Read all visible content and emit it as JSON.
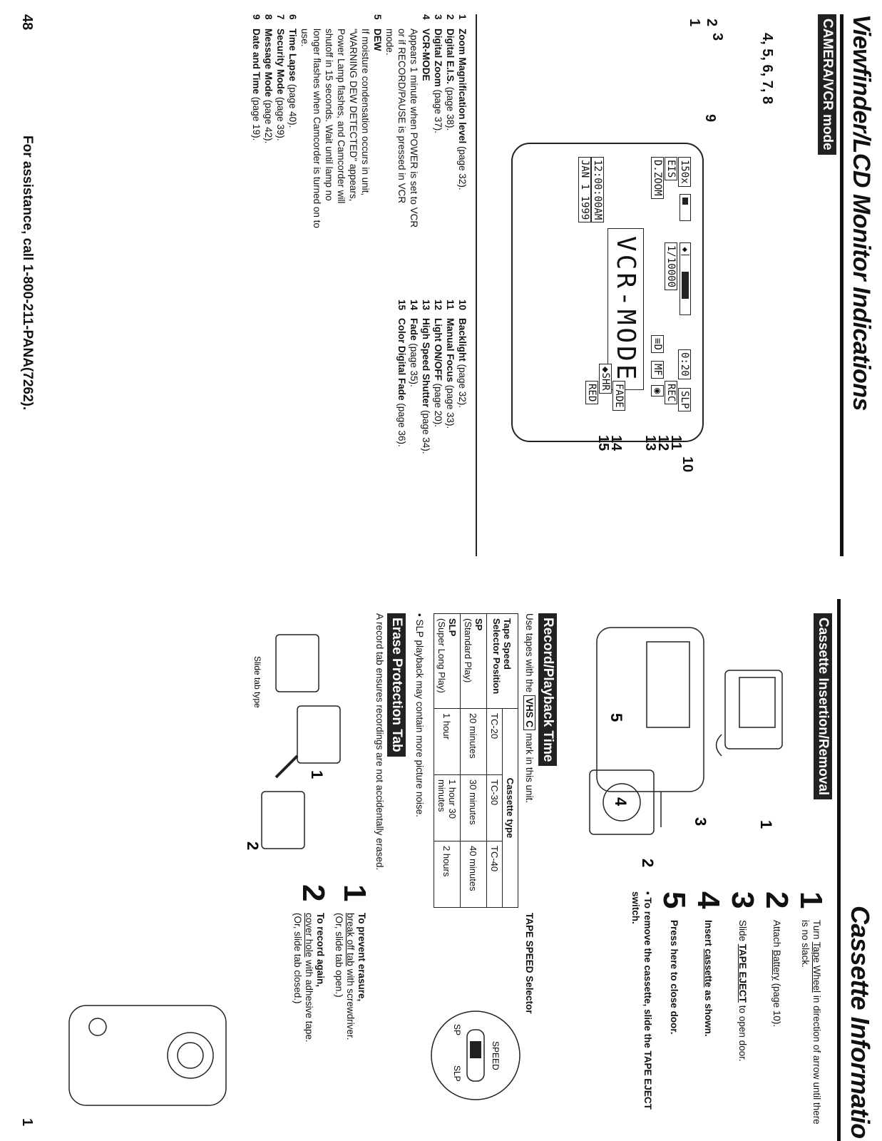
{
  "left_page": {
    "title": "Viewfinder/LCD Monitor Indications",
    "section": "CAMERA/VCR mode",
    "page_number": "48",
    "footer": "For assistance, call 1-800-211-PANA(7262).",
    "display": {
      "zoom": "150x",
      "eis": "EIS",
      "dzoom": "D.ZOOM",
      "shutter": "1/10000",
      "tape_time": "0:20",
      "slp": "SLP",
      "rec": "REC",
      "mf": "MF",
      "light": "D",
      "fade": "FADE",
      "shr": "SHR",
      "red": "RED",
      "vcr_mode": "VCR-MODE",
      "time": "12:00:00AM",
      "date": "JAN  1 1999"
    },
    "callouts": {
      "c1": "1",
      "c2": "2",
      "c3": "3",
      "c4": "4, 5, 6, 7, 8",
      "c9": "9",
      "c10": "10",
      "c11": "11",
      "c12": "12",
      "c13": "13",
      "c14": "14",
      "c15": "15"
    },
    "items_left": [
      {
        "num": "1",
        "name": "Zoom Magnification level",
        "ref": " (page 32)."
      },
      {
        "num": "2",
        "name": "Digital E.I.S.",
        "ref": " (page 38)."
      },
      {
        "num": "3",
        "name": "Digital Zoom",
        "ref": " (page 37)."
      },
      {
        "num": "4",
        "name": "VCR-MODE",
        "ref": ""
      },
      {
        "num": "5",
        "name": "DEW",
        "ref": ""
      },
      {
        "num": "6",
        "name": "Time Lapse",
        "ref": " (page 40)."
      },
      {
        "num": "7",
        "name": "Security Mode",
        "ref": " (page 39)."
      },
      {
        "num": "8",
        "name": "Message Mode",
        "ref": " (page 42)."
      },
      {
        "num": "9",
        "name": "Date and Time",
        "ref": " (page 19)."
      }
    ],
    "vcr_mode_desc": "Appears 1 minute when POWER is set to VCR or if RECORD/PAUSE is pressed in VCR mode.",
    "dew_desc": "If moisture condensation occurs in unit, \"WARNING DEW DETECTED\" appears, Power Lamp flashes, and Camcorder will shutoff in 15 seconds. Wait until lamp no longer flashes when Camcorder is turned on to use.",
    "items_right": [
      {
        "num": "10",
        "name": "Backlight",
        "ref": " (page 32)."
      },
      {
        "num": "11",
        "name": "Manual Focus",
        "ref": " (page 33)."
      },
      {
        "num": "12",
        "name": "Light ON/OFF",
        "ref": " (page 20)."
      },
      {
        "num": "13",
        "name": "High Speed Shutter",
        "ref": " (page 34)."
      },
      {
        "num": "14",
        "name": "Fade",
        "ref": " (page 35)."
      },
      {
        "num": "15",
        "name": "Color Digital Fade",
        "ref": " (page 36)."
      }
    ]
  },
  "right_page": {
    "title": "Cassette Informatio",
    "page_number": "1",
    "insertion_header": "Cassette Insertion/Removal",
    "steps": [
      {
        "num": "1",
        "pre": "Turn ",
        "link": "Tape Wheel",
        "post": " in direction of arrow until there is no slack."
      },
      {
        "num": "2",
        "pre": "Attach ",
        "link": "Battery",
        "post": " (page 10)."
      },
      {
        "num": "3",
        "pre": "Slide ",
        "link": "TAPE EJECT",
        "post": " to open door."
      },
      {
        "num": "4",
        "pre": "Insert ",
        "link": "cassette",
        "post": " as shown."
      },
      {
        "num": "5",
        "pre": "",
        "link": "",
        "post": "Press here to close door."
      }
    ],
    "remove_note": "• To remove the cassette, slide the TAPE EJECT switch.",
    "figure_labels": {
      "f1": "1",
      "f2": "2",
      "f3": "3",
      "f4": "4",
      "f5": "5"
    },
    "playback_header": "Record/Playback Time",
    "playback_intro_pre": "Use tapes with the ",
    "playback_intro_logo": "VHS C",
    "playback_intro_post": " mark in this unit.",
    "speed_selector_title": "TAPE SPEED Selector",
    "speed_selector": {
      "speed": "SPEED",
      "sp": "SP",
      "slp": "SLP"
    },
    "table": {
      "col0_header": "Tape Speed Selector Position",
      "group_header": "Cassette type",
      "types": [
        "TC-20",
        "TC-30",
        "TC-40"
      ],
      "rows": [
        {
          "label": "SP",
          "sub": "(Standard Play)",
          "values": [
            "20 minutes",
            "30 minutes",
            "40 minutes"
          ]
        },
        {
          "label": "SLP",
          "sub": "(Super Long Play)",
          "values": [
            "1 hour",
            "1 hour 30 minutes",
            "2 hours"
          ]
        }
      ]
    },
    "slp_note": "• SLP playback may contain more picture noise.",
    "erase_header": "Erase Protection Tab",
    "erase_intro": "A record tab ensures recordings are not accidentally erased.",
    "erase_steps": [
      {
        "num": "1",
        "head": "To prevent erasure,",
        "link": "break off tab",
        "post": " with screwdriver.",
        "alt": "(Or, slide tab open.)"
      },
      {
        "num": "2",
        "head": "To record again,",
        "link": "cover hole",
        "post": " with adhesive tape.",
        "alt": "(Or, slide tab closed.)"
      }
    ],
    "erase_fig": {
      "f1": "1",
      "f2": "2",
      "slide_tab": "Slide tab type"
    }
  }
}
